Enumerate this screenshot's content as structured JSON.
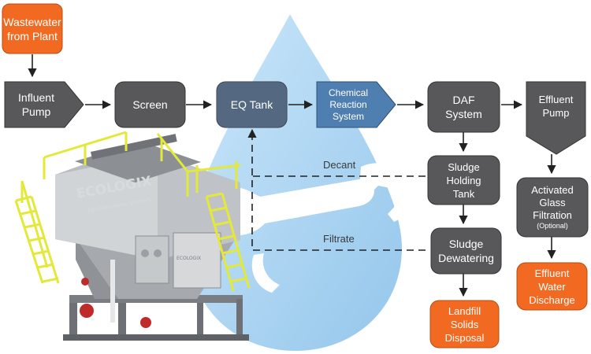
{
  "nodes": {
    "wastewater": {
      "lines": [
        "Wastewater",
        "from Plant"
      ],
      "color": "#f26a21"
    },
    "influent_pump": {
      "lines": [
        "Influent",
        "Pump"
      ]
    },
    "screen": {
      "lines": [
        "Screen"
      ]
    },
    "eq_tank": {
      "lines": [
        "EQ Tank"
      ]
    },
    "chemical": {
      "lines": [
        "Chemical",
        "Reaction",
        "System"
      ]
    },
    "daf": {
      "lines": [
        "DAF",
        "System"
      ]
    },
    "effluent_pump": {
      "lines": [
        "Effluent",
        "Pump"
      ]
    },
    "sludge_holding": {
      "lines": [
        "Sludge",
        "Holding",
        "Tank"
      ]
    },
    "activated_glass": {
      "lines": [
        "Activated",
        "Glass",
        "Filtration"
      ],
      "note": "(Optional)"
    },
    "sludge_dewatering": {
      "lines": [
        "Sludge",
        "Dewatering"
      ]
    },
    "effluent_water": {
      "lines": [
        "Effluent",
        "Water",
        "Discharge"
      ],
      "color": "#f26a21"
    },
    "landfill": {
      "lines": [
        "Landfill",
        "Solids",
        "Disposal"
      ],
      "color": "#f26a21"
    }
  },
  "flows": {
    "decant": "Decant",
    "filtrate": "Filtrate"
  },
  "equipment": {
    "brand": "ECOLOGIX",
    "subtitle": "ENVIRONMENTAL SYSTEMS",
    "panel_brand": "ECOLOGIX"
  },
  "colors": {
    "box": "#58585b",
    "orange": "#f26a21",
    "drop": "#a9d4f2",
    "overlay_blue": "#4f7fb0",
    "rail": "#e8ec3c"
  }
}
